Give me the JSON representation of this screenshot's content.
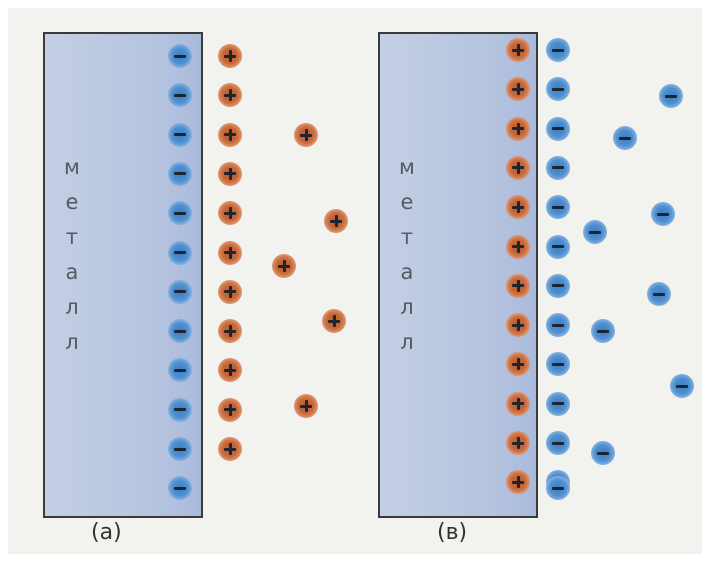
{
  "panels": [
    {
      "plate_text": "металл",
      "caption": "(а)",
      "surface_ions": [
        {
          "charge": "negative",
          "count": 12
        },
        {
          "charge": "positive",
          "count": 11
        }
      ],
      "free_ions": {
        "charge": "positive",
        "count": 5
      }
    },
    {
      "plate_text": "металл",
      "caption": "(в)",
      "surface_ions": [
        {
          "charge": "positive",
          "count": 12
        },
        {
          "charge": "negative",
          "count": 12
        }
      ],
      "free_ions": {
        "charge": "negative",
        "count": 9
      }
    }
  ],
  "colors": {
    "negative_ion": "#3d7fc4",
    "positive_ion": "#b8582a",
    "metal": "#b6c4df",
    "plate_border": "#3a3a3a",
    "background": "#f2f2ee"
  }
}
